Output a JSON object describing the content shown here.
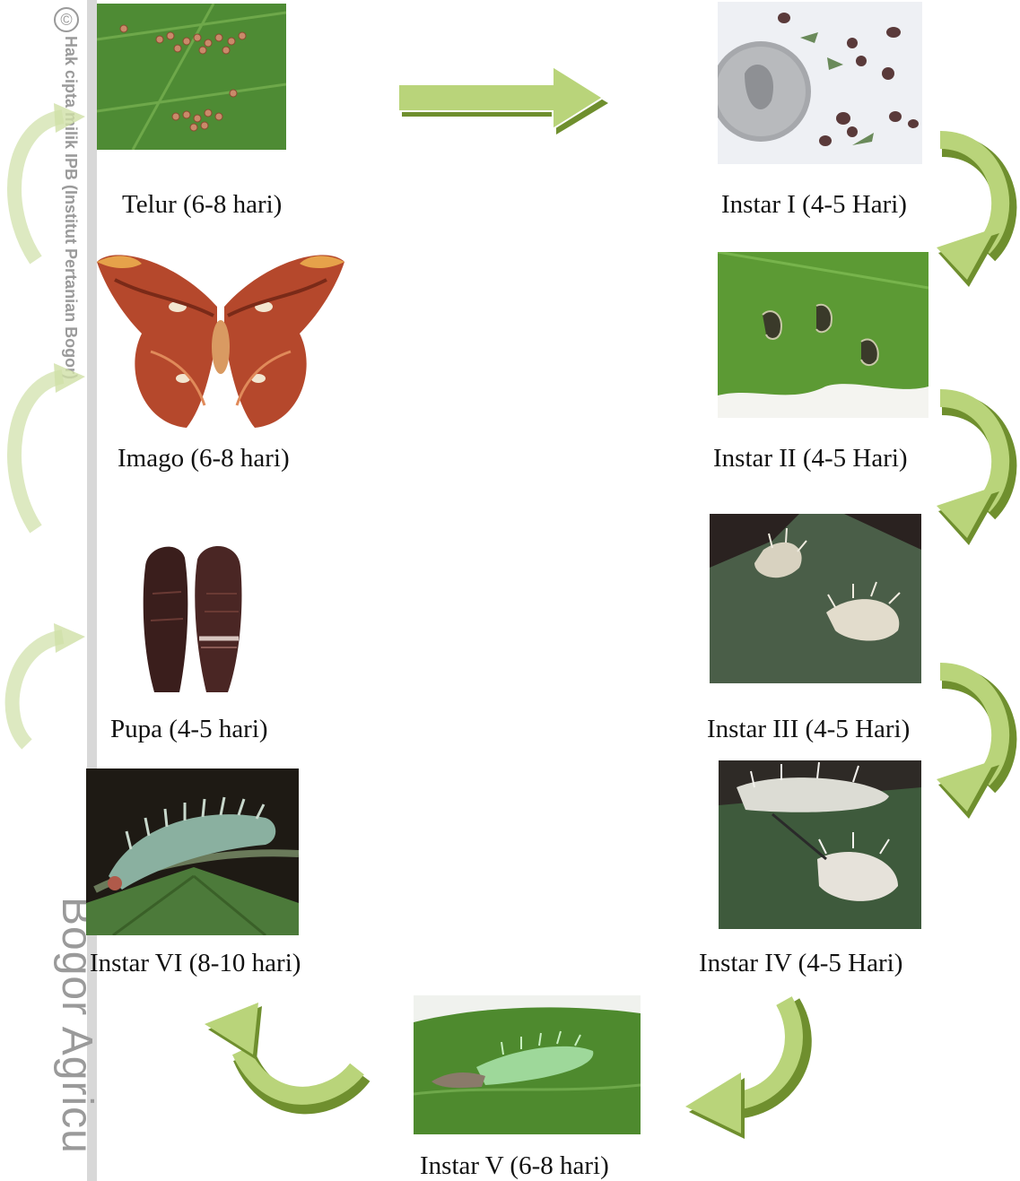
{
  "watermark": {
    "symbol": "©",
    "rights_text": "Hak cipta milik IPB (Institut Pertanian Bogor)",
    "big_text": "Bogor Agricu",
    "color": "#9a9a9a"
  },
  "stages": {
    "telur": "Telur (6-8 hari)",
    "instar1": "Instar I  (4-5 Hari)",
    "instar2": "Instar II (4-5 Hari)",
    "instar3": "Instar III (4-5 Hari)",
    "instar4": "Instar IV (4-5 Hari)",
    "instar5": "Instar V (6-8 hari)",
    "instar6": "Instar VI (8-10 hari)",
    "pupa": "Pupa (4-5 hari)",
    "imago": "Imago (6-8 hari)"
  },
  "colors": {
    "arrow_light": "#b9d47a",
    "arrow_dark": "#6f8f2e",
    "leaf_green": "#4f8a2e"
  }
}
